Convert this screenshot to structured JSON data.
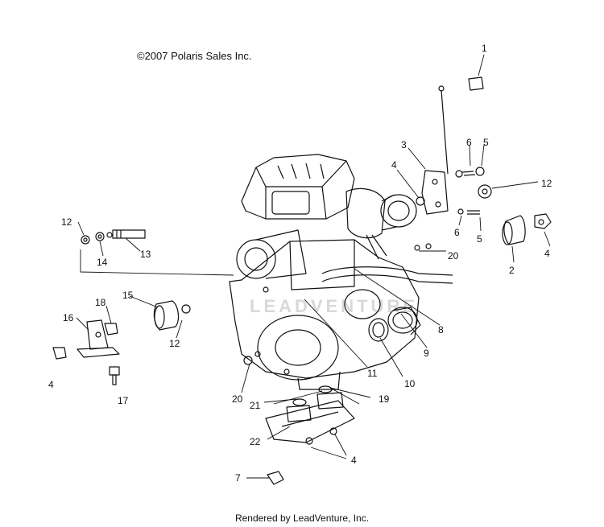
{
  "copyright": "©2007 Polaris Sales Inc.",
  "footer": "Rendered by LeadVenture, Inc.",
  "watermark": "LEADVENTURE",
  "callouts": [
    {
      "id": "c1",
      "label": "1"
    },
    {
      "id": "c2",
      "label": "2"
    },
    {
      "id": "c3",
      "label": "3"
    },
    {
      "id": "c4a",
      "label": "4"
    },
    {
      "id": "c4b",
      "label": "4"
    },
    {
      "id": "c4c",
      "label": "4"
    },
    {
      "id": "c4d",
      "label": "4"
    },
    {
      "id": "c5a",
      "label": "5"
    },
    {
      "id": "c5b",
      "label": "5"
    },
    {
      "id": "c6a",
      "label": "6"
    },
    {
      "id": "c6b",
      "label": "6"
    },
    {
      "id": "c7",
      "label": "7"
    },
    {
      "id": "c8",
      "label": "8"
    },
    {
      "id": "c9",
      "label": "9"
    },
    {
      "id": "c10",
      "label": "10"
    },
    {
      "id": "c11",
      "label": "11"
    },
    {
      "id": "c12a",
      "label": "12"
    },
    {
      "id": "c12b",
      "label": "12"
    },
    {
      "id": "c12c",
      "label": "12"
    },
    {
      "id": "c13",
      "label": "13"
    },
    {
      "id": "c14",
      "label": "14"
    },
    {
      "id": "c15",
      "label": "15"
    },
    {
      "id": "c16",
      "label": "16"
    },
    {
      "id": "c17",
      "label": "17"
    },
    {
      "id": "c18",
      "label": "18"
    },
    {
      "id": "c19",
      "label": "19"
    },
    {
      "id": "c20a",
      "label": "20"
    },
    {
      "id": "c20b",
      "label": "20"
    },
    {
      "id": "c21",
      "label": "21"
    },
    {
      "id": "c22",
      "label": "22"
    }
  ]
}
